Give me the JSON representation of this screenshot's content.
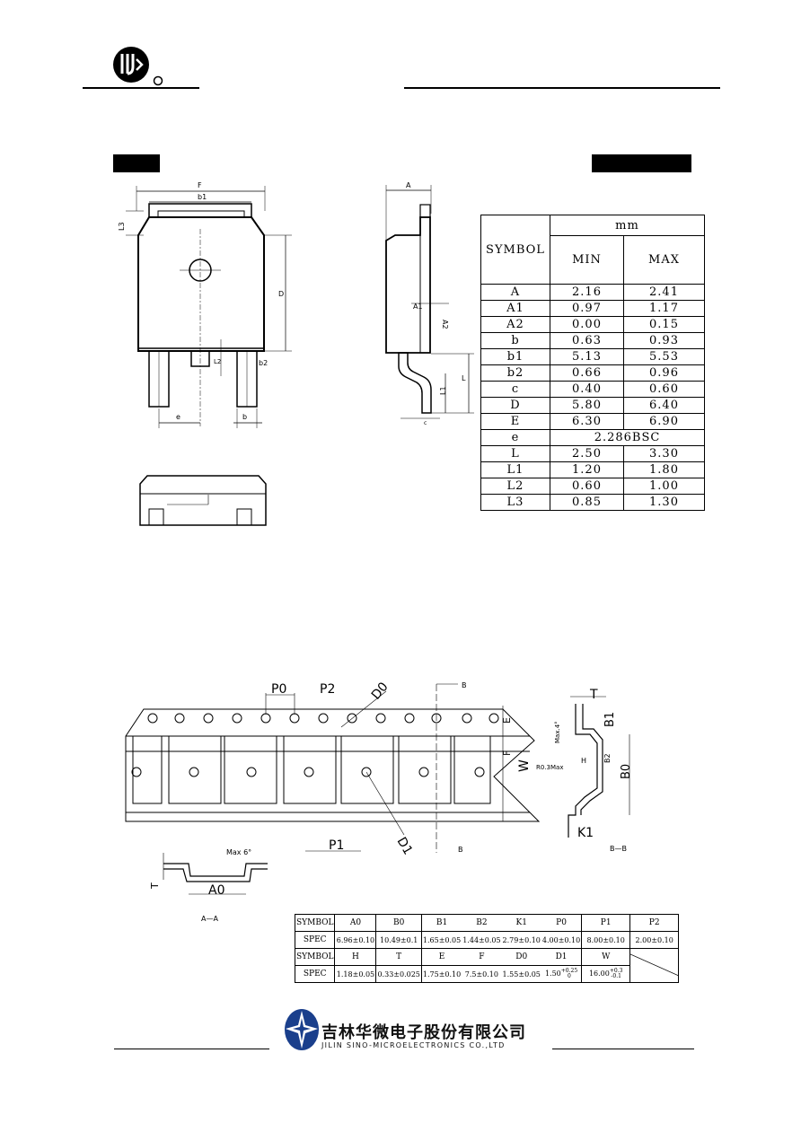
{
  "company": {
    "name_cn": "吉林华微电子股份有限公司",
    "name_en": "JILIN SINO-MICROELECTRONICS CO.,LTD"
  },
  "package_drawing": {
    "labels": {
      "F": "F",
      "b1": "b1",
      "L3": "L3",
      "D": "D",
      "L2": "L2",
      "b2": "b2",
      "e": "e",
      "b": "b",
      "A": "A",
      "A1": "A1",
      "A2": "A2",
      "L": "L",
      "L1": "L1",
      "c": "c"
    }
  },
  "dimensions_table": {
    "symbol_header": "SYMBOL",
    "unit_header": "mm",
    "min_header": "MIN",
    "max_header": "MAX",
    "rows": [
      {
        "symbol": "A",
        "min": "2.16",
        "max": "2.41"
      },
      {
        "symbol": "A1",
        "min": "0.97",
        "max": "1.17"
      },
      {
        "symbol": "A2",
        "min": "0.00",
        "max": "0.15"
      },
      {
        "symbol": "b",
        "min": "0.63",
        "max": "0.93"
      },
      {
        "symbol": "b1",
        "min": "5.13",
        "max": "5.53"
      },
      {
        "symbol": "b2",
        "min": "0.66",
        "max": "0.96"
      },
      {
        "symbol": "c",
        "min": "0.40",
        "max": "0.60"
      },
      {
        "symbol": "D",
        "min": "5.80",
        "max": "6.40"
      },
      {
        "symbol": "E",
        "min": "6.30",
        "max": "6.90"
      },
      {
        "symbol": "e",
        "span": "2.286BSC"
      },
      {
        "symbol": "L",
        "min": "2.50",
        "max": "3.30"
      },
      {
        "symbol": "L1",
        "min": "1.20",
        "max": "1.80"
      },
      {
        "symbol": "L2",
        "min": "0.60",
        "max": "1.00"
      },
      {
        "symbol": "L3",
        "min": "0.85",
        "max": "1.30"
      }
    ]
  },
  "tape_drawing": {
    "labels": {
      "P0": "P0",
      "P2": "P2",
      "D0": "D0",
      "B_top": "B",
      "E": "E",
      "F": "F",
      "W": "W",
      "P1": "P1",
      "D1": "D1",
      "B_bottom": "B",
      "T": "T",
      "B1": "B1",
      "max4": "Max.4°",
      "R": "R0.3Max",
      "H": "H",
      "B2": "B2",
      "B0": "B0",
      "K1": "K1",
      "BB": "B—B",
      "max6": "Max 6°",
      "T_left": "T",
      "A0": "A0",
      "AA": "A—A"
    }
  },
  "spec_table": {
    "row1": [
      "SYMBOL",
      "A0",
      "B0",
      "B1",
      "B2",
      "K1",
      "P0",
      "P1",
      "P2"
    ],
    "row2": [
      "SPEC",
      "6.96±0.10",
      "10.49±0.1",
      "1.65±0.05",
      "1.44±0.05",
      "2.79±0.10",
      "4.00±0.10",
      "8.00±0.10",
      "2.00±0.10"
    ],
    "row3": [
      "SYMBOL",
      "H",
      "T",
      "E",
      "F",
      "D0",
      "D1",
      "W"
    ],
    "row4": [
      "SPEC",
      "1.18±0.05",
      "0.33±0.025",
      "1.75±0.10",
      "7.5±0.10",
      "1.55±0.05",
      "1.50",
      "16.00"
    ],
    "d1_tol_top": "+0.25",
    "d1_tol_bottom": "0",
    "w_tol_top": "+0.3",
    "w_tol_bottom": "-0.1"
  }
}
